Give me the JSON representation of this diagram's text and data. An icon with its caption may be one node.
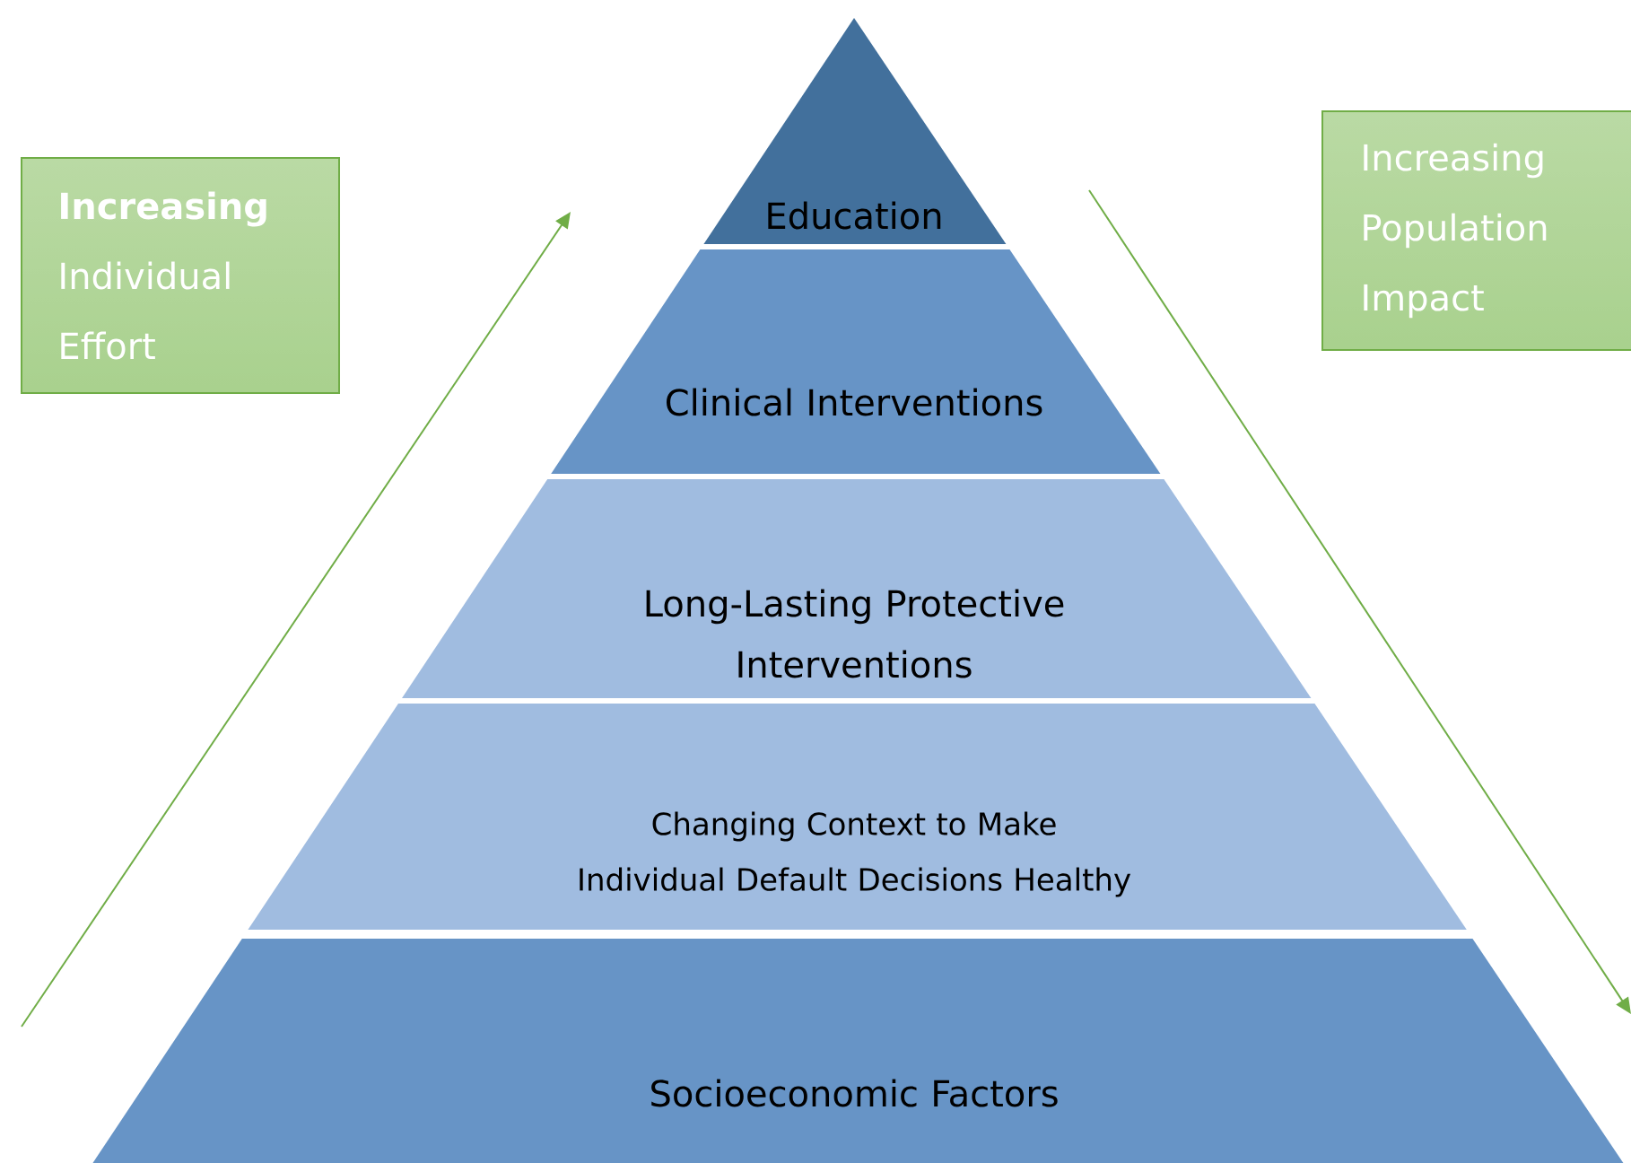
{
  "diagram": {
    "nodes": [
      {
        "text": [
          "Education"
        ]
      },
      {
        "text": [
          "Clinical Interventions"
        ]
      },
      {
        "text": [
          "Long-Lasting Protective Interventions"
        ]
      },
      {
        "text": [
          "Changing Context to Make Individual Default Decisions Healthy"
        ]
      },
      {
        "text": [
          "Socioeconomic Factors"
        ]
      },
      {
        "text": [
          "**Increasing** Individual Effort"
        ]
      },
      {
        "text": [
          "Increasing Population Impact"
        ]
      }
    ]
  }
}
